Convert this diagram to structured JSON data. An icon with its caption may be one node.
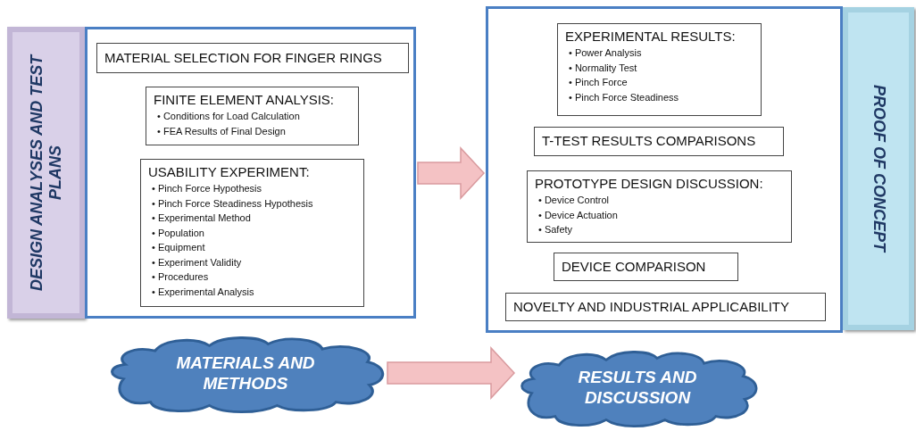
{
  "diagram": {
    "nodes": [
      {
        "text": [
          "DESIGN ANALYSES AND TEST PLANS"
        ]
      },
      {
        "text": [],
        "shape": "box"
      },
      {
        "text": [
          "MATERIAL SELECTION FOR FINGER RINGS"
        ],
        "in": 1
      },
      {
        "text": [
          "FINITE ELEMENT ANALYSIS:",
          "• Conditions for Load Calculation",
          "• FEA Results of Final Design"
        ],
        "in": 1
      },
      {
        "text": [
          "USABILITY EXPERIMENT:",
          "• Pinch Force Hypothesis",
          "• Pinch Force Steadiness Hypothesis",
          "• Experimental Method",
          "• Population",
          "• Equipment",
          "• Experiment Validity",
          "• Procedures",
          "• Experimental Analysis"
        ],
        "in": 1
      },
      {
        "text": [],
        "shape": "box"
      },
      {
        "text": [
          "EXPERIMENTAL RESULTS:",
          "• Power Analysis",
          "• Normality Test",
          "• Pinch Force",
          "• Pinch Force Steadiness"
        ],
        "in": 5
      },
      {
        "text": [
          "T-TEST RESULTS COMPARISONS"
        ],
        "in": 5
      },
      {
        "text": [
          "PROTOTYPE DESIGN DISCUSSION:",
          "• Device Control",
          "• Device Actuation",
          "• Safety"
        ],
        "in": 5
      },
      {
        "text": [
          "DEVICE COMPARISON"
        ],
        "in": 5
      },
      {
        "text": [
          "NOVELTY AND INDUSTRIAL APPLICABILITY"
        ],
        "in": 5
      },
      {
        "text": [
          "PROOF OF CONCEPT"
        ]
      },
      {
        "text": [
          "MATERIALS AND METHODS"
        ]
      },
      {
        "text": [
          "RESULTS AND DISCUSSION"
        ]
      }
    ],
    "edges": [
      {
        "from": 1,
        "to": 5,
        "arrow": "to",
        "style": "thick"
      },
      {
        "from": 12,
        "to": 13,
        "arrow": "to",
        "style": "thick"
      }
    ]
  }
}
